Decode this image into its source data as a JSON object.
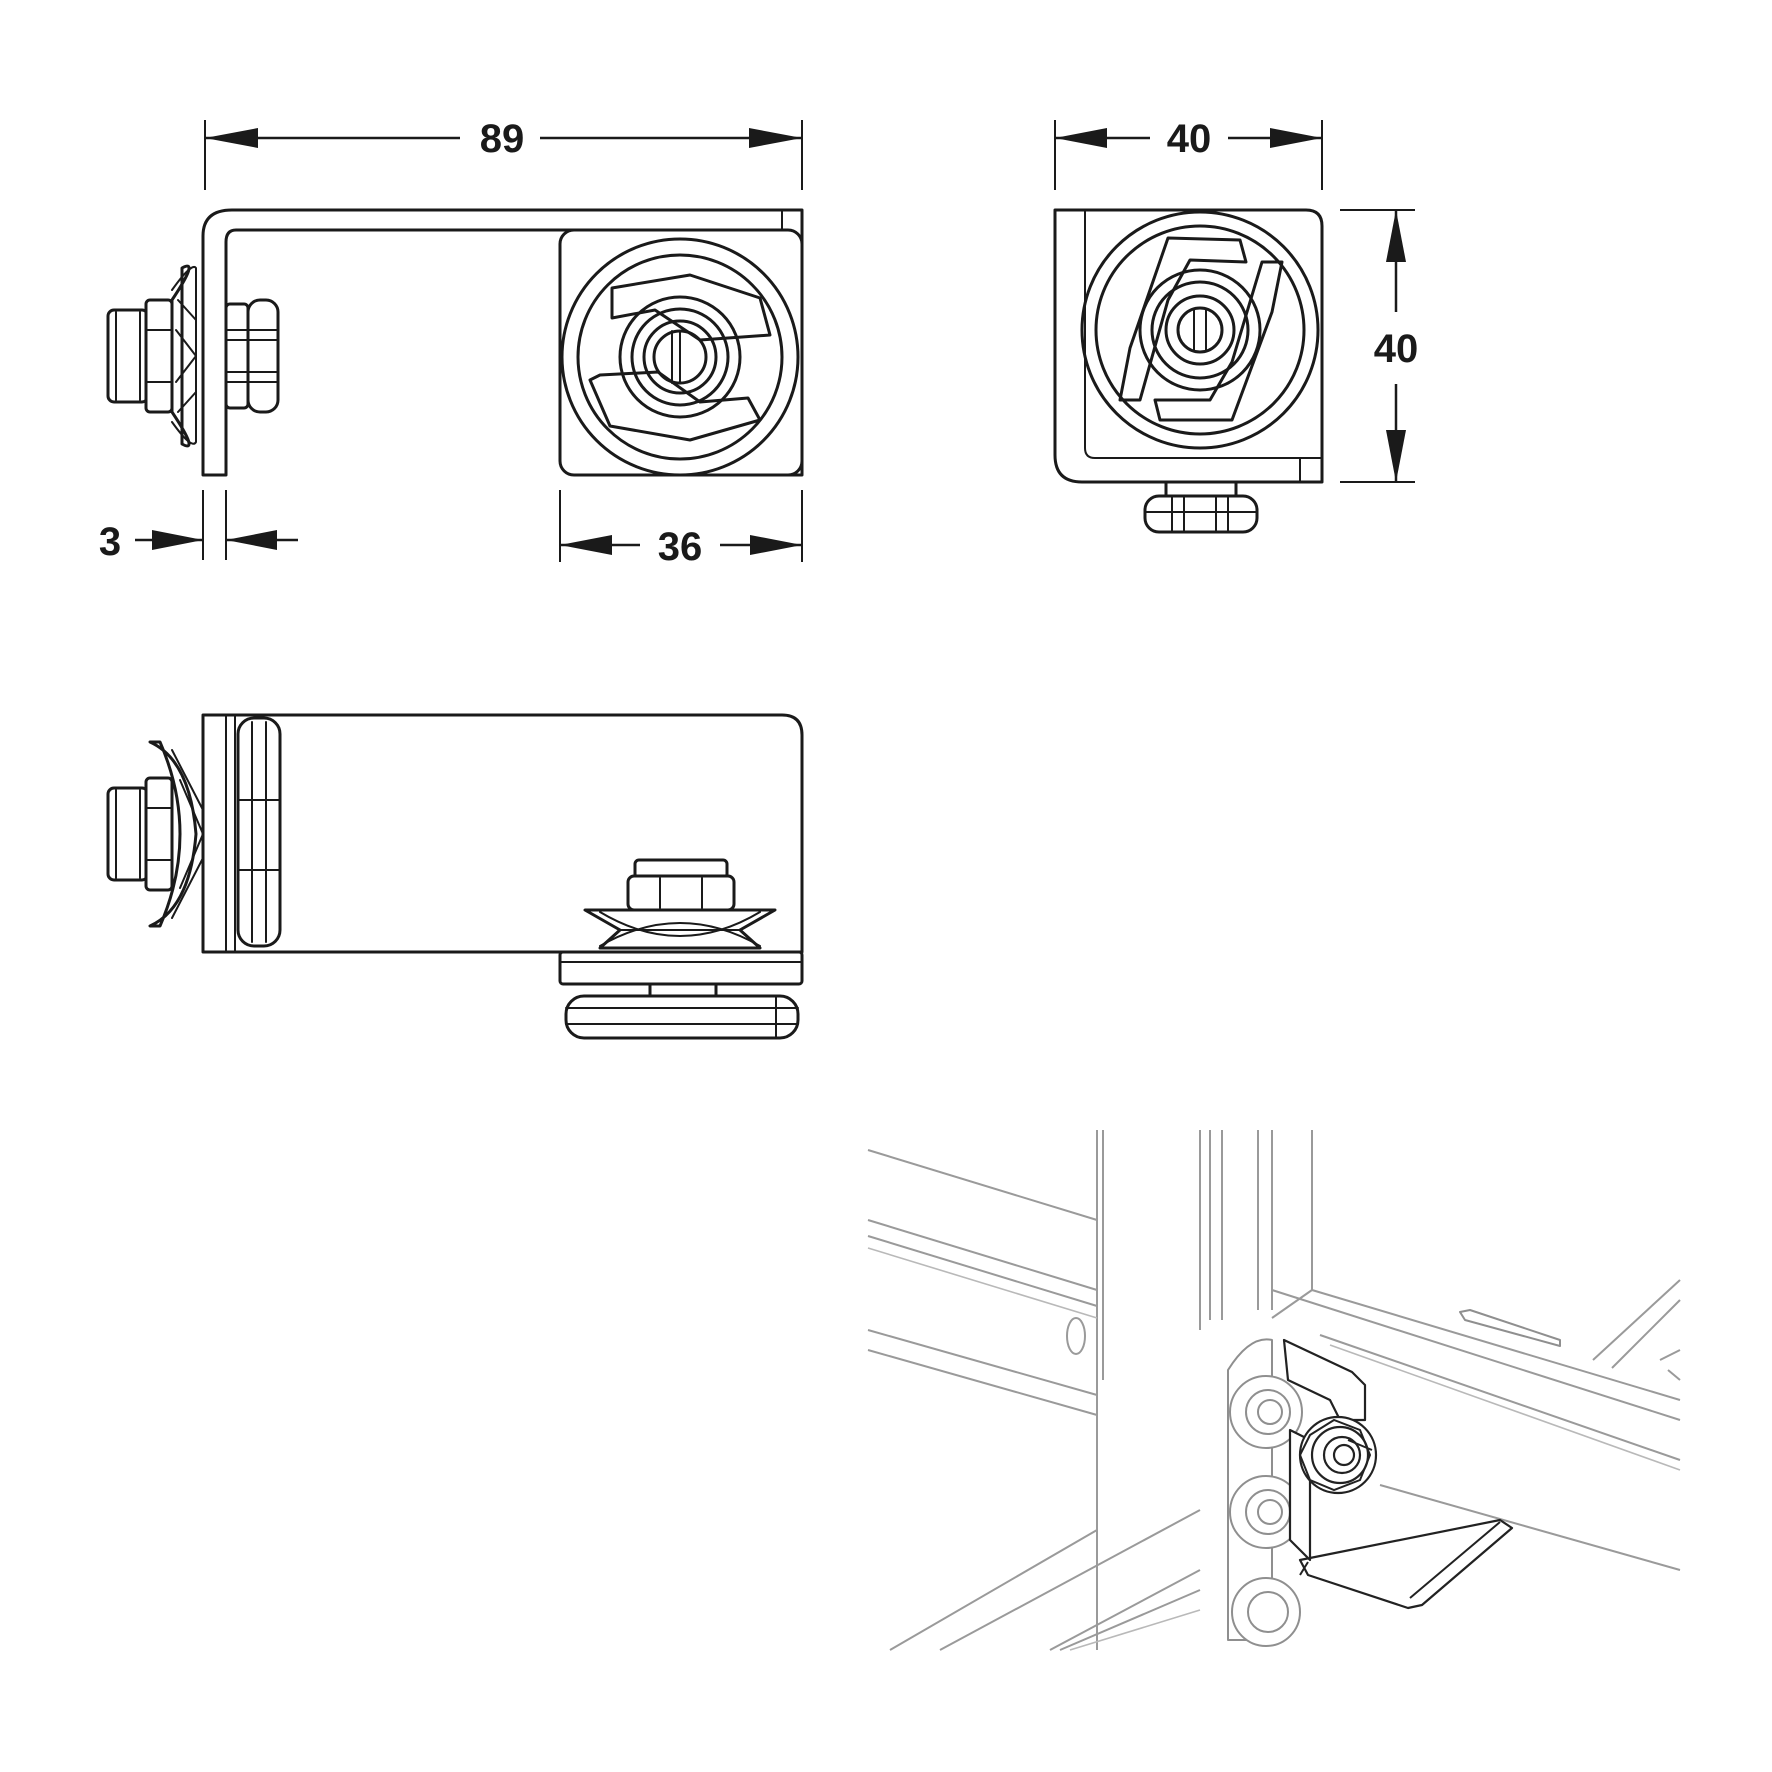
{
  "drawing": {
    "dimensions": {
      "side_length": "89",
      "side_thickness": "3",
      "side_plate_width": "36",
      "end_width": "40",
      "end_height": "40"
    }
  }
}
